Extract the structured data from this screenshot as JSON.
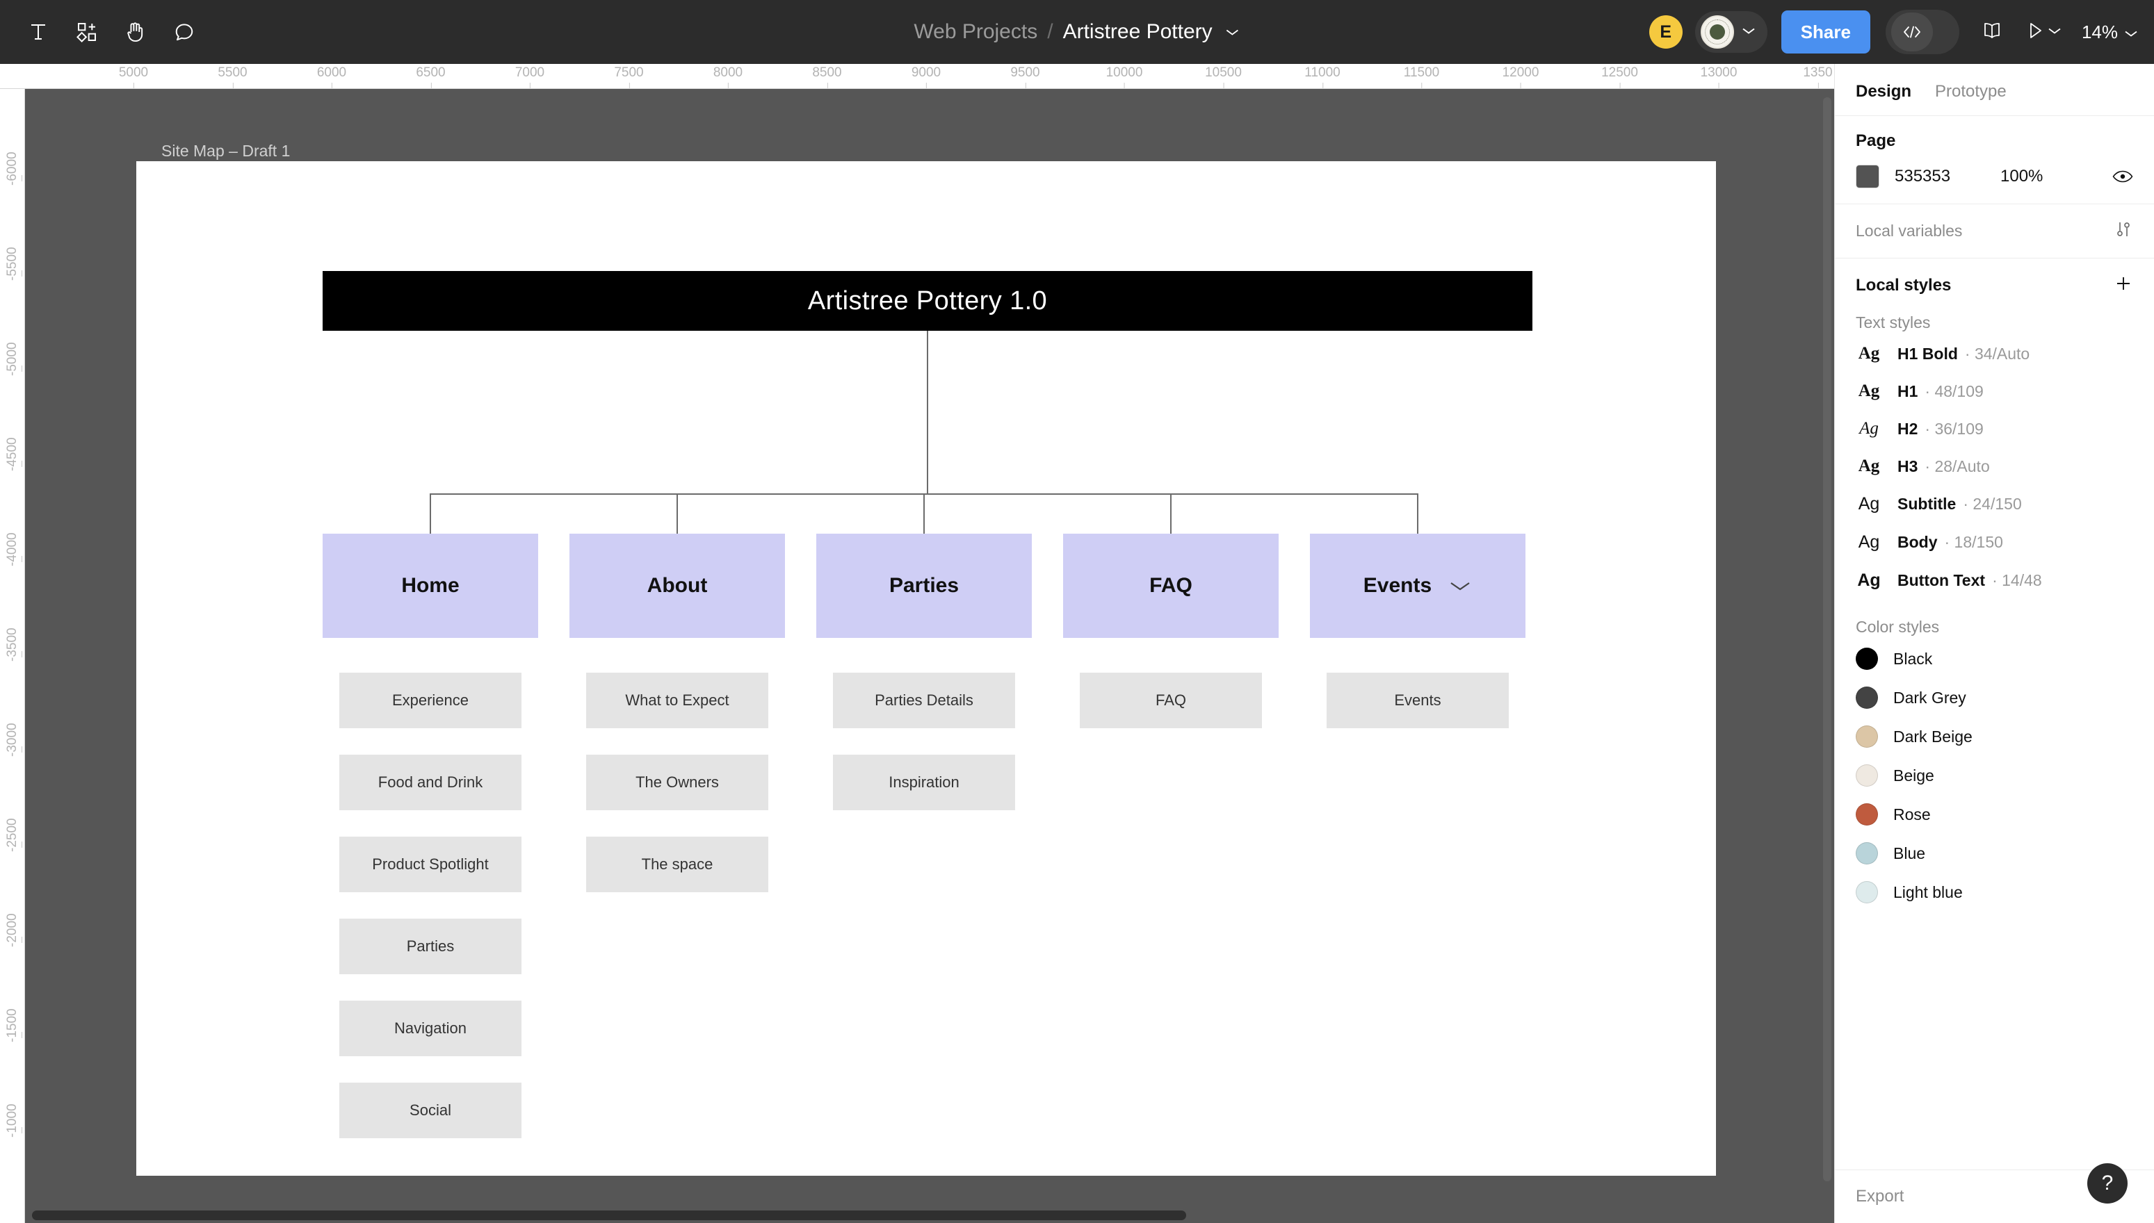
{
  "toolbar": {
    "tools": [
      {
        "name": "text-tool",
        "icon": "text-icon"
      },
      {
        "name": "shapes-tool",
        "icon": "components-icon"
      },
      {
        "name": "hand-tool",
        "icon": "hand-icon"
      },
      {
        "name": "comment-tool",
        "icon": "comment-icon"
      }
    ],
    "breadcrumb": {
      "project": "Web Projects",
      "separator": "/",
      "file": "Artistree Pottery"
    },
    "avatar_initial": "E",
    "share_label": "Share",
    "zoom_level": "14%"
  },
  "rulers": {
    "horizontal": [
      "5000",
      "5500",
      "6000",
      "6500",
      "7000",
      "7500",
      "8000",
      "8500",
      "9000",
      "9500",
      "10000",
      "10500",
      "11000",
      "11500",
      "12000",
      "12500",
      "13000",
      "1350"
    ],
    "vertical": [
      "-6000",
      "-5500",
      "-5000",
      "-4500",
      "-4000",
      "-3500",
      "-3000",
      "-2500",
      "-2000",
      "-1500",
      "-1000"
    ]
  },
  "canvas": {
    "frame_label": "Site Map – Draft 1",
    "root": "Artistree Pottery 1.0",
    "nav": [
      {
        "label": "Home",
        "has_chevron": false
      },
      {
        "label": "About",
        "has_chevron": false
      },
      {
        "label": "Parties",
        "has_chevron": false
      },
      {
        "label": "FAQ",
        "has_chevron": false
      },
      {
        "label": "Events",
        "has_chevron": true
      }
    ],
    "columns": [
      {
        "parent": "Home",
        "items": [
          "Experience",
          "Food and Drink",
          "Product Spotlight",
          "Parties",
          "Navigation",
          "Social"
        ]
      },
      {
        "parent": "About",
        "items": [
          "What to Expect",
          "The Owners",
          "The space"
        ]
      },
      {
        "parent": "Parties",
        "items": [
          "Parties Details",
          "Inspiration"
        ]
      },
      {
        "parent": "FAQ",
        "items": [
          "FAQ"
        ]
      },
      {
        "parent": "Events",
        "items": [
          "Events"
        ]
      }
    ],
    "colors": {
      "root_bg": "#000000",
      "nav_bg": "#CFCEF5",
      "sub_bg": "#E4E4E4",
      "frame_bg": "#FFFFFF",
      "canvas_bg": "#565656"
    }
  },
  "panel": {
    "tabs": [
      {
        "label": "Design",
        "active": true
      },
      {
        "label": "Prototype",
        "active": false
      }
    ],
    "page": {
      "title": "Page",
      "color_hex": "535353",
      "opacity": "100%",
      "swatch": "#535353"
    },
    "local_variables_label": "Local variables",
    "local_styles": {
      "title": "Local styles",
      "add_label": "+"
    },
    "text_styles": {
      "label": "Text styles",
      "items": [
        {
          "preview": "Ag",
          "preview_kind": "serif",
          "name": "H1 Bold",
          "meta": "· 34/Auto"
        },
        {
          "preview": "Ag",
          "preview_kind": "serif",
          "name": "H1",
          "meta": "· 48/109"
        },
        {
          "preview": "Ag",
          "preview_kind": "serif-i",
          "name": "H2",
          "meta": "· 36/109"
        },
        {
          "preview": "Ag",
          "preview_kind": "serif",
          "name": "H3",
          "meta": "· 28/Auto"
        },
        {
          "preview": "Ag",
          "preview_kind": "sans",
          "name": "Subtitle",
          "meta": "· 24/150"
        },
        {
          "preview": "Ag",
          "preview_kind": "sans",
          "name": "Body",
          "meta": "· 18/150"
        },
        {
          "preview": "Ag",
          "preview_kind": "sans-b",
          "name": "Button Text",
          "meta": "· 14/48"
        }
      ]
    },
    "color_styles": {
      "label": "Color styles",
      "items": [
        {
          "name": "Black",
          "hex": "#000000"
        },
        {
          "name": "Dark Grey",
          "hex": "#434343"
        },
        {
          "name": "Dark Beige",
          "hex": "#DCC6A6"
        },
        {
          "name": "Beige",
          "hex": "#EFE9E1"
        },
        {
          "name": "Rose",
          "hex": "#BF5B3E"
        },
        {
          "name": "Blue",
          "hex": "#B9D4DA"
        },
        {
          "name": "Light blue",
          "hex": "#DEEBEC"
        }
      ]
    },
    "export_label": "Export",
    "help_label": "?"
  }
}
